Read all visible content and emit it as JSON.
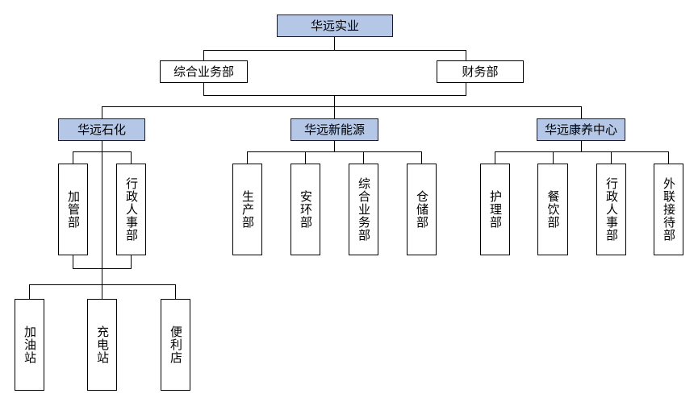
{
  "org": {
    "root": {
      "label": "华远实业"
    },
    "staff": [
      {
        "label": "综合业务部"
      },
      {
        "label": "财务部"
      }
    ],
    "branches": [
      {
        "label": "华远石化",
        "departments": [
          {
            "label": "加管部"
          },
          {
            "label": "行政人事部"
          }
        ],
        "stations": [
          {
            "label": "加油站"
          },
          {
            "label": "充电站"
          },
          {
            "label": "便利店"
          }
        ]
      },
      {
        "label": "华远新能源",
        "departments": [
          {
            "label": "生产部"
          },
          {
            "label": "安环部"
          },
          {
            "label": "综合业务部"
          },
          {
            "label": "仓储部"
          }
        ]
      },
      {
        "label": "华远康养中心",
        "departments": [
          {
            "label": "护理部"
          },
          {
            "label": "餐饮部"
          },
          {
            "label": "行政人事部"
          },
          {
            "label": "外联接待部"
          }
        ]
      }
    ],
    "colors": {
      "highlight_fill": "#b4c7e7",
      "box_fill": "#ffffff",
      "border": "#000000",
      "connector": "#000000",
      "background": "#ffffff"
    }
  }
}
